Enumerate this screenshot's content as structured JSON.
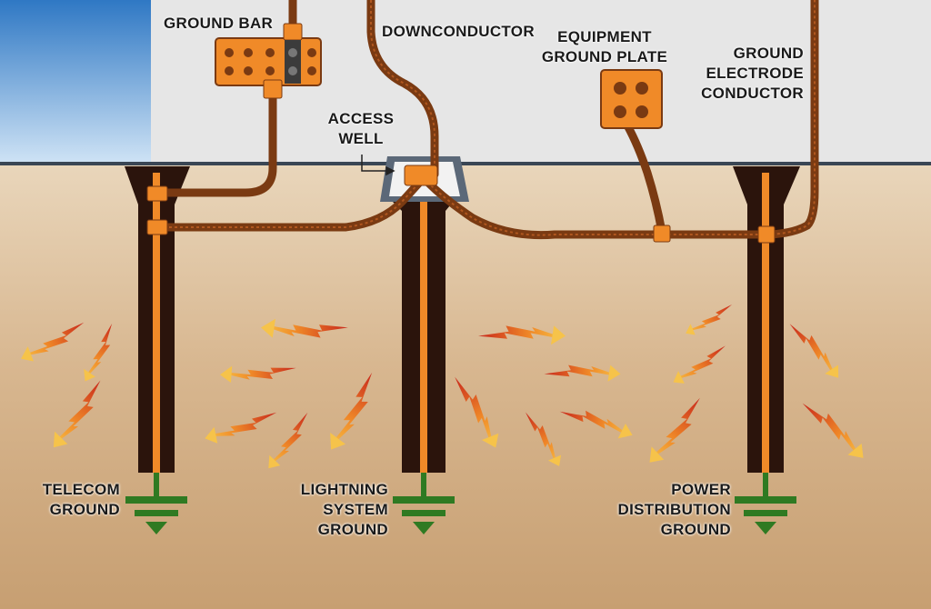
{
  "labels": {
    "ground_bar": "GROUND BAR",
    "downconductor": "DOWNCONDUCTOR",
    "equipment_ground_plate": [
      "EQUIPMENT",
      "GROUND PLATE"
    ],
    "ground_electrode_conductor": [
      "GROUND",
      "ELECTRODE",
      "CONDUCTOR"
    ],
    "access_well": [
      "ACCESS",
      "WELL"
    ],
    "telecom_ground": [
      "TELECOM",
      "GROUND"
    ],
    "lightning_system_ground": [
      "LIGHTNING",
      "SYSTEM",
      "GROUND"
    ],
    "power_distribution_ground": [
      "POWER",
      "DISTRIBUTION",
      "GROUND"
    ]
  },
  "colors": {
    "building": "#e6e6e6",
    "sky": "#3f88cc",
    "soil_top": "#e8d4b8",
    "soil_bottom": "#c9a47a",
    "conductor": "#7a3a12",
    "electrode_rod": "#f08a28",
    "trench": "#2b140c",
    "ground_symbol": "#2f7a22",
    "discharge_bolt": "#f5b53a"
  },
  "icons": [
    "ground-symbol-icon",
    "lightning-bolt-icon",
    "pointer-arrow-icon"
  ]
}
